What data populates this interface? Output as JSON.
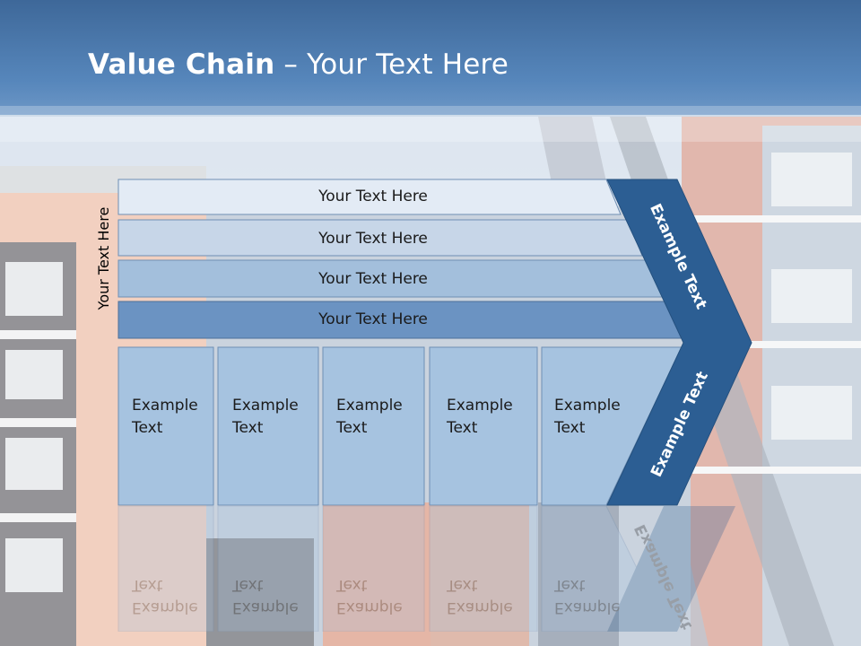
{
  "title": {
    "bold": "Value Chain",
    "rest": " – Your Text Here"
  },
  "side_label": "Your Text Here",
  "bars": [
    "Your Text Here",
    "Your Text Here",
    "Your Text Here",
    "Your Text Here"
  ],
  "cells": [
    [
      "Example",
      "Text"
    ],
    [
      "Example",
      "Text"
    ],
    [
      "Example",
      "Text"
    ],
    [
      "Example",
      "Text"
    ],
    [
      "Example",
      "Text"
    ]
  ],
  "arrow_labels": {
    "upper": "Example Text",
    "lower": "Example Text"
  },
  "colors": {
    "header_blue": "#5183b8",
    "arrow": "#2c5e93",
    "bar1": "#e3ebf5",
    "bar2": "#c7d6e8",
    "bar3": "#a3bfdc",
    "bar4": "#6b93c2",
    "cell": "#a6c3e0"
  }
}
